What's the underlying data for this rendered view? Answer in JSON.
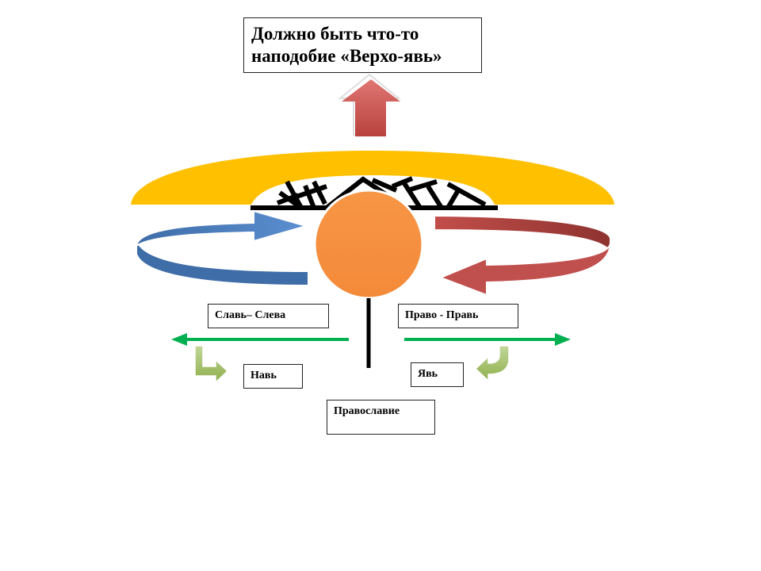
{
  "labels": {
    "title_line1": "Должно быть что-то",
    "title_line2": "наподобие  «Верхо-явь»",
    "slav": "Славь– Слева",
    "prav": "Право - Правь",
    "nav": "Навь",
    "yav": "Явь",
    "orthodoxy": "Православие"
  },
  "colors": {
    "dome": "#FFC000",
    "sun": "#F79646",
    "up_arrow": "#C0504D",
    "left_swirl": "#4F81BD",
    "right_swirl": "#A33B38",
    "green_arrow": "#00B050",
    "small_curve_arrow": "#9BBB59"
  }
}
